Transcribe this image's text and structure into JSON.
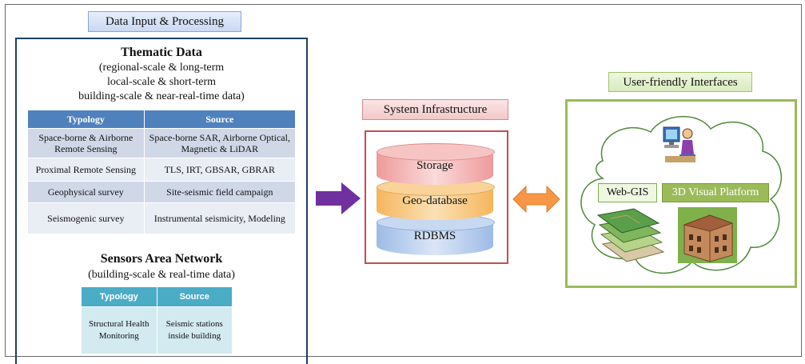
{
  "labels": {
    "data_input": "Data Input & Processing",
    "system_infrastructure": "System Infrastructure",
    "user_interfaces": "User-friendly Interfaces"
  },
  "thematic": {
    "title": "Thematic Data",
    "lines": [
      "(regional-scale & long-term",
      "local-scale & short-term",
      "building-scale & near-real-time data)"
    ],
    "headers": [
      "Typology",
      "Source"
    ],
    "rows": [
      {
        "typology": "Space-borne & Airborne Remote Sensing",
        "source": "Space-borne SAR, Airborne Optical, Magnetic & LiDAR"
      },
      {
        "typology": "Proximal Remote Sensing",
        "source": "TLS, IRT, GBSAR, GBRAR"
      },
      {
        "typology": "Geophysical survey",
        "source": "Site-seismic field campaign"
      },
      {
        "typology": "Seismogenic survey",
        "source": "Instrumental seismicity, Modeling"
      }
    ]
  },
  "sensors": {
    "title": "Sensors Area Network",
    "subtitle": "(building-scale & real-time data)",
    "headers": [
      "Typology",
      "Source"
    ],
    "rows": [
      {
        "typology": "Structural Health Monitoring",
        "source": "Seismic stations inside building"
      }
    ]
  },
  "infrastructure": {
    "layers": [
      "Storage",
      "Geo-database",
      "RDBMS"
    ]
  },
  "interfaces": {
    "web_gis": "Web-GIS",
    "visual_platform": "3D Visual Platform"
  },
  "colors": {
    "left_border": "#1f3e66",
    "table_header": "#4f81bd",
    "sensor_header": "#4bacc6",
    "infra_border": "#c0504d",
    "interface_border": "#9bbb59",
    "purple_arrow": "#7030a0",
    "orange_arrow": "#f79646"
  }
}
